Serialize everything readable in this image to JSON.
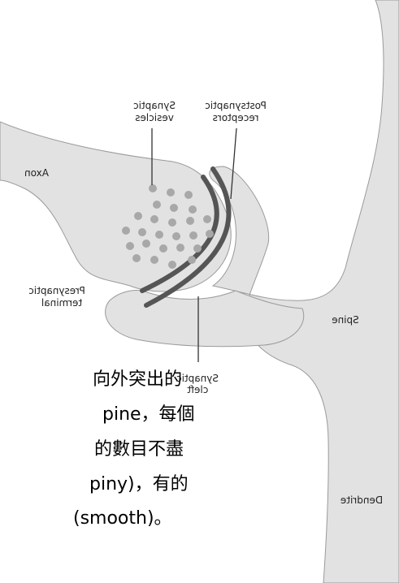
{
  "labels": {
    "synaptic_vesicles_1": "Synaptic",
    "synaptic_vesicles_2": "vesicles",
    "postsynaptic_receptors_1": "Postsynaptic",
    "postsynaptic_receptors_2": "receptors",
    "axon": "Axon",
    "presynaptic_terminal_1": "Presynaptic",
    "presynaptic_terminal_2": "terminal",
    "synaptic_cleft_1": "Synaptic",
    "synaptic_cleft_2": "cleft",
    "spine": "Spine",
    "dendrite": "Dendrite"
  },
  "text_lines": [
    "向外突出的",
    "pine，每個",
    "的數目不盡",
    "piny)，有的",
    "(smooth)。"
  ],
  "colors": {
    "tissue": "#e2e2e2",
    "tissue_outline": "#9a9a9a",
    "membrane": "#555555",
    "vesicle": "#a8a8a8",
    "leader": "#333333"
  }
}
